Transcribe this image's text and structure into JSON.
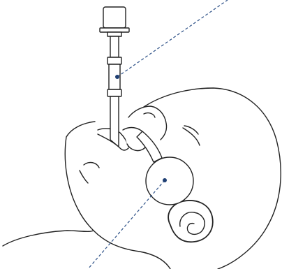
{
  "diagram": {
    "subject": "infant-head-profile",
    "device": "feeding-syringe-with-nipple-bulb",
    "colors": {
      "line": "#222222",
      "leader": "#2b4f86",
      "leader_dot": "#1f3f73",
      "background": "#ffffff"
    },
    "callouts": [
      {
        "name": "syringe-barrel-callout",
        "text": ""
      },
      {
        "name": "bulb-callout",
        "text": ""
      }
    ]
  }
}
